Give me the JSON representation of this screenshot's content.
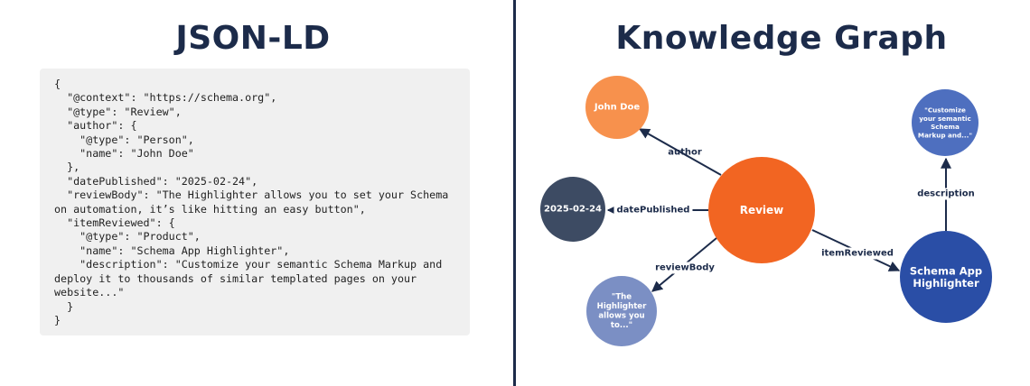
{
  "left_title": "JSON-LD",
  "right_title": "Knowledge Graph",
  "code_lines": [
    "{",
    "  \"@context\": \"https://schema.org\",",
    "  \"@type\": \"Review\",",
    "  \"author\": {",
    "    \"@type\": \"Person\",",
    "    \"name\": \"John Doe\"",
    "  },",
    "  \"datePublished\": \"2025-02-24\",",
    "  \"reviewBody\": \"The Highlighter allows you to set your Schema",
    "on automation, it’s like hitting an easy button\",",
    "  \"itemReviewed\": {",
    "    \"@type\": \"Product\",",
    "    \"name\": \"Schema App Highlighter\",",
    "    \"description\": \"Customize your semantic Schema Markup and",
    "deploy it to thousands of similar templated pages on your",
    "website...\"",
    "  }",
    "}"
  ],
  "graph": {
    "nodes": [
      {
        "id": "review",
        "lines": [
          "Review"
        ],
        "color": "#f26522"
      },
      {
        "id": "john",
        "lines": [
          "John Doe"
        ],
        "color": "#f7914d"
      },
      {
        "id": "date",
        "lines": [
          "2025-02-24"
        ],
        "color": "#3d4b63"
      },
      {
        "id": "body",
        "lines": [
          "\"The",
          "Highlighter",
          "allows you",
          "to...\""
        ],
        "color": "#7b8fc4"
      },
      {
        "id": "product",
        "lines": [
          "Schema App",
          "Highlighter"
        ],
        "color": "#2a4ea6"
      },
      {
        "id": "desc",
        "lines": [
          "\"Customize",
          "your semantic",
          "Schema",
          "Markup and...\""
        ],
        "color": "#4e6fbf"
      }
    ],
    "edges": [
      {
        "label": "author",
        "from": "review",
        "to": "john"
      },
      {
        "label": "datePublished",
        "from": "review",
        "to": "date"
      },
      {
        "label": "reviewBody",
        "from": "review",
        "to": "body"
      },
      {
        "label": "itemReviewed",
        "from": "review",
        "to": "product"
      },
      {
        "label": "description",
        "from": "product",
        "to": "desc"
      }
    ]
  }
}
